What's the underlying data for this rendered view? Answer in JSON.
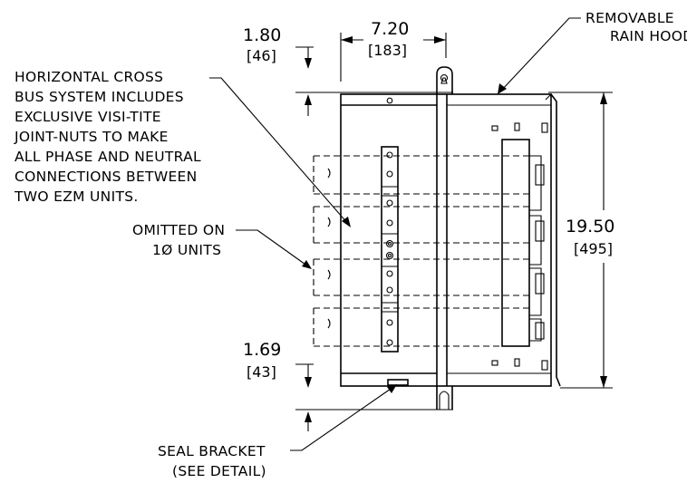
{
  "dimensions": {
    "top_offset": {
      "value": "1.80",
      "metric": "[46]"
    },
    "width": {
      "value": "7.20",
      "metric": "[183]"
    },
    "height": {
      "value": "19.50",
      "metric": "[495]"
    },
    "bottom_offset": {
      "value": "1.69",
      "metric": "[43]"
    }
  },
  "callouts": {
    "rain_hood": [
      "REMOVABLE",
      "RAIN HOOD"
    ],
    "cross_bus": [
      "HORIZONTAL CROSS",
      "BUS SYSTEM INCLUDES",
      "EXCLUSIVE VISI-TITE",
      "JOINT-NUTS TO MAKE",
      "ALL PHASE AND NEUTRAL",
      "CONNECTIONS BETWEEN",
      "TWO EZM UNITS."
    ],
    "omitted": [
      "OMITTED ON",
      "1Ø UNITS"
    ],
    "seal_bracket": [
      "SEAL BRACKET",
      "(SEE DETAIL)"
    ]
  }
}
